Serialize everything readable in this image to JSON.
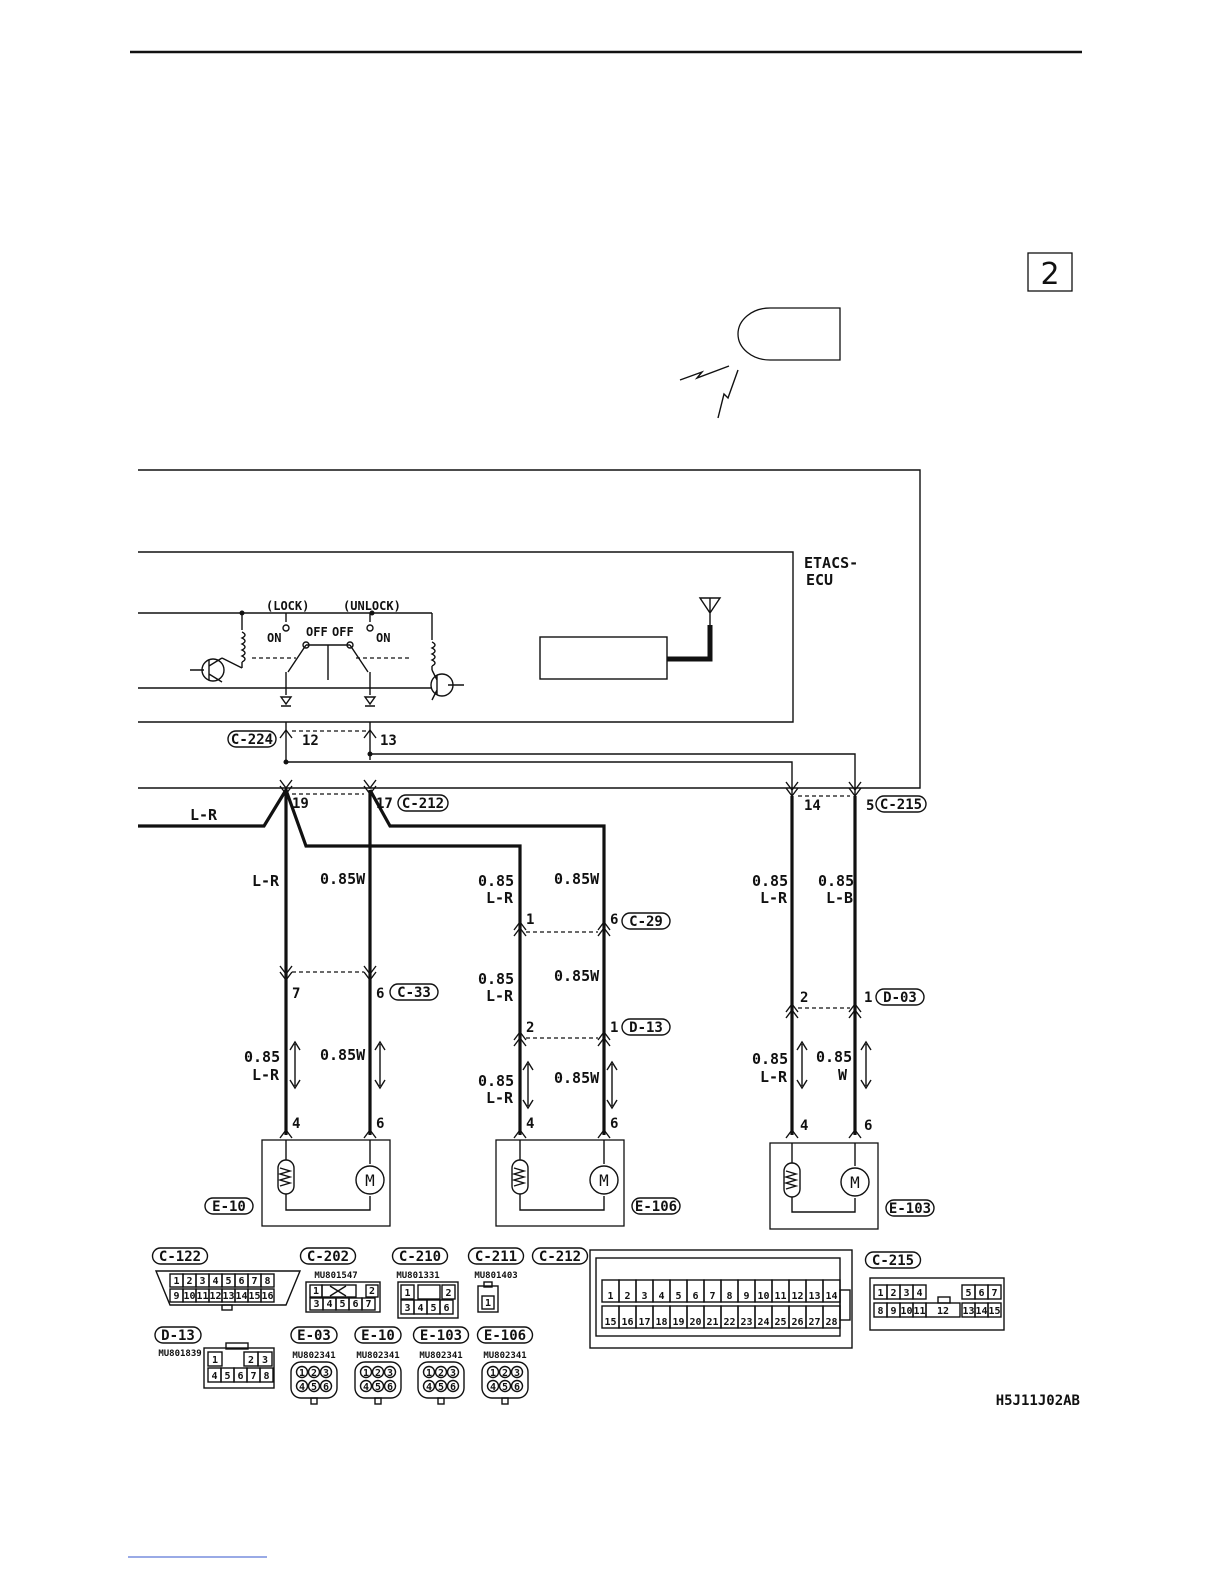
{
  "page": {
    "number": "2",
    "figure_code": "H5J11J02AB"
  },
  "ecu": {
    "label_line1": "ETACS-",
    "label_line2": "ECU"
  },
  "relay_labels": {
    "lock": "(LOCK)",
    "unlock": "(UNLOCK)",
    "on": "ON",
    "off": "OFF"
  },
  "connectors": {
    "c224": "C-224",
    "c212": "C-212",
    "c215": "C-215",
    "c29": "C-29",
    "c33": "C-33",
    "d13": "D-13",
    "d03": "D-03",
    "e10": "E-10",
    "e106": "E-106",
    "e103": "E-103"
  },
  "pins": {
    "c224_a": "12",
    "c224_b": "13",
    "c212_a": "19",
    "c212_b": "17",
    "c215_a": "14",
    "c215_b": "5",
    "c29_a": "1",
    "c29_b": "6",
    "c33_a": "7",
    "c33_b": "6",
    "d13_a": "2",
    "d13_b": "1",
    "d03_a": "2",
    "d03_b": "1",
    "e10_a": "4",
    "e10_b": "6",
    "e106_a": "4",
    "e106_b": "6",
    "e103_a": "4",
    "e103_b": "6"
  },
  "wires": {
    "lr": "L-R",
    "w085": "0.85W",
    "size": "0.85",
    "lb": "L-B",
    "w": "W"
  },
  "motor_symbol": "M",
  "legend": {
    "c122": {
      "name": "C-122",
      "part": "",
      "row1": [
        "1",
        "2",
        "3",
        "4",
        "5",
        "6",
        "7",
        "8"
      ],
      "row2": [
        "9",
        "10",
        "11",
        "12",
        "13",
        "14",
        "15",
        "16"
      ]
    },
    "c202": {
      "name": "C-202",
      "part": "MU801547",
      "row1": [
        "1",
        "2"
      ],
      "row2": [
        "3",
        "4",
        "5",
        "6",
        "7"
      ]
    },
    "c210": {
      "name": "C-210",
      "part": "MU801331",
      "row1": [
        "1",
        "2"
      ],
      "row2": [
        "3",
        "4",
        "5",
        "6"
      ]
    },
    "c211": {
      "name": "C-211",
      "part": "MU801403",
      "row1": [
        "1"
      ]
    },
    "c212": {
      "name": "C-212",
      "row1": [
        "1",
        "2",
        "3",
        "4",
        "5",
        "6",
        "7",
        "8",
        "9",
        "10",
        "11",
        "12",
        "13",
        "14"
      ],
      "row2": [
        "15",
        "16",
        "17",
        "18",
        "19",
        "20",
        "21",
        "22",
        "23",
        "24",
        "25",
        "26",
        "27",
        "28"
      ]
    },
    "c215": {
      "name": "C-215",
      "row1a": [
        "1",
        "2",
        "3",
        "4"
      ],
      "row1b": [
        "5",
        "6",
        "7"
      ],
      "row2a": [
        "8",
        "9",
        "10",
        "11"
      ],
      "row2mid": "12",
      "row2b": [
        "13",
        "14",
        "15"
      ]
    },
    "d13": {
      "name": "D-13",
      "part": "MU801839",
      "row1": [
        "1",
        "2",
        "3"
      ],
      "row2": [
        "4",
        "5",
        "6",
        "7",
        "8"
      ]
    },
    "e03": {
      "name": "E-03",
      "part": "MU802341",
      "row1": [
        "1",
        "2",
        "3"
      ],
      "row2": [
        "4",
        "5",
        "6"
      ]
    },
    "e10": {
      "name": "E-10",
      "part": "MU802341",
      "row1": [
        "1",
        "2",
        "3"
      ],
      "row2": [
        "4",
        "5",
        "6"
      ]
    },
    "e103": {
      "name": "E-103",
      "part": "MU802341",
      "row1": [
        "1",
        "2",
        "3"
      ],
      "row2": [
        "4",
        "5",
        "6"
      ]
    },
    "e106": {
      "name": "E-106",
      "part": "MU802341",
      "row1": [
        "1",
        "2",
        "3"
      ],
      "row2": [
        "4",
        "5",
        "6"
      ]
    }
  }
}
